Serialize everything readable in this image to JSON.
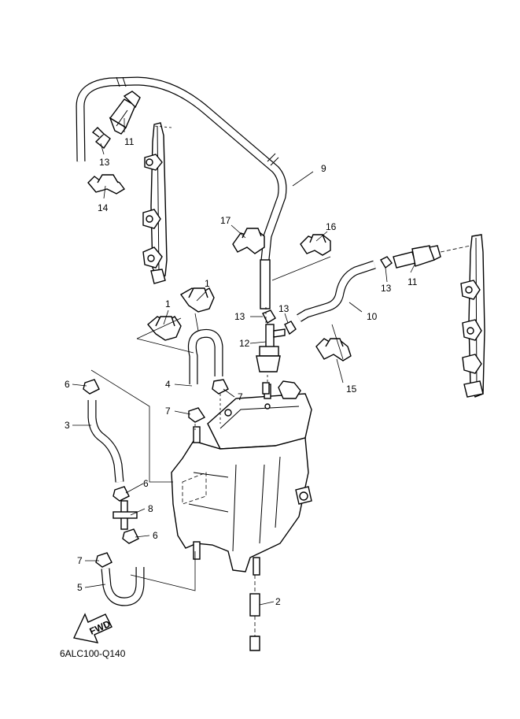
{
  "diagram_code": "6ALC100-Q140",
  "fwd_label": "FWD",
  "callouts": {
    "c1a": "1",
    "c1b": "1",
    "c2": "2",
    "c3": "3",
    "c4": "4",
    "c5": "5",
    "c6a": "6",
    "c6b": "6",
    "c6c": "6",
    "c7a": "7",
    "c7b": "7",
    "c7c": "7",
    "c8": "8",
    "c9": "9",
    "c10": "10",
    "c11a": "11",
    "c11b": "11",
    "c12": "12",
    "c13a": "13",
    "c13b": "13",
    "c13c": "13",
    "c13d": "13",
    "c14": "14",
    "c15": "15",
    "c16": "16",
    "c17": "17"
  }
}
